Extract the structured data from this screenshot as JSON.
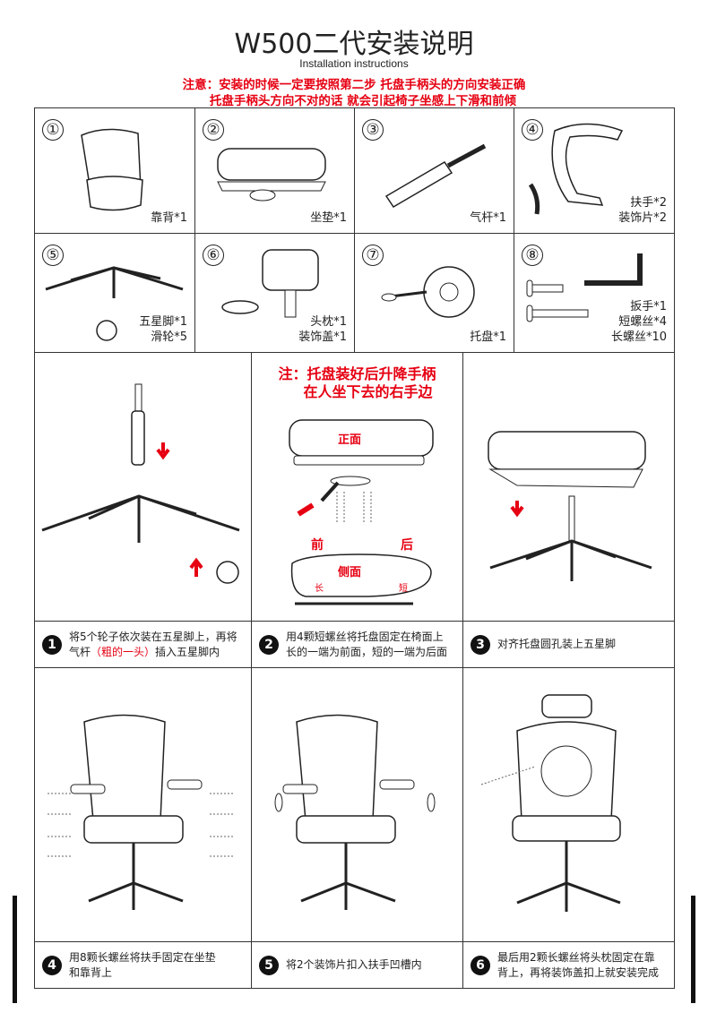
{
  "header": {
    "title": "W500二代安装说明",
    "subtitle": "Installation instructions",
    "warning_line1": "注意：安装的时候一定要按照第二步 托盘手柄头的方向安装正确",
    "warning_line2": "托盘手柄头方向不对的话 就会引起椅子坐感上下滑和前倾"
  },
  "parts": [
    {
      "num": "①",
      "labels": [
        "靠背*1"
      ]
    },
    {
      "num": "②",
      "labels": [
        "坐垫*1"
      ]
    },
    {
      "num": "③",
      "labels": [
        "气杆*1"
      ]
    },
    {
      "num": "④",
      "labels": [
        "扶手*2",
        "装饰片*2"
      ]
    },
    {
      "num": "⑤",
      "labels": [
        "五星脚*1",
        "滑轮*5"
      ]
    },
    {
      "num": "⑥",
      "labels": [
        "头枕*1",
        "装饰盖*1"
      ]
    },
    {
      "num": "⑦",
      "labels": [
        "托盘*1"
      ]
    },
    {
      "num": "⑧",
      "labels": [
        "扳手*1",
        "短螺丝*4",
        "长螺丝*10"
      ]
    }
  ],
  "step2_diagram": {
    "note_line1": "注：托盘装好后升降手柄",
    "note_line2": "在人坐下去的右手边",
    "front_view": "正面",
    "front": "前",
    "back": "后",
    "side_view": "侧面",
    "long": "长",
    "short": "短"
  },
  "steps": [
    {
      "num": "1",
      "text": "将5个轮子依次装在五星脚上，再将",
      "text2": "气杆",
      "text_red": "（粗的一头）",
      "text3": "插入五星脚内"
    },
    {
      "num": "2",
      "text": "用4颗短螺丝将托盘固定在椅面上",
      "text2": "长的一端为前面，短的一端为后面"
    },
    {
      "num": "3",
      "text": "对齐托盘圆孔装上五星脚"
    },
    {
      "num": "4",
      "text": "用8颗长螺丝将扶手固定在坐垫",
      "text2": "和靠背上"
    },
    {
      "num": "5",
      "text": "将2个装饰片扣入扶手凹槽内"
    },
    {
      "num": "6",
      "text": "最后用2颗长螺丝将头枕固定在靠",
      "text2": "背上，再将装饰盖扣上就安装完成"
    }
  ]
}
